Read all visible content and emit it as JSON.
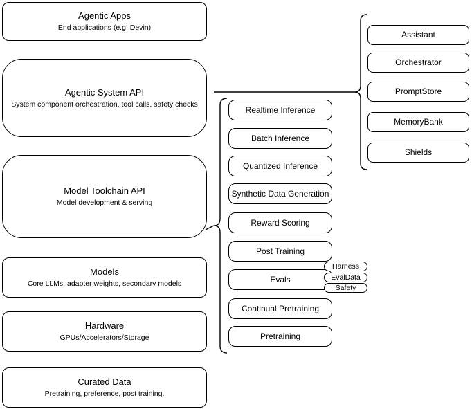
{
  "diagram": {
    "colors": {
      "stroke": "#000000",
      "background": "#ffffff",
      "text": "#000000"
    },
    "left_stack": [
      {
        "title": "Agentic Apps",
        "subtitle": "End applications (e.g. Devin)"
      },
      {
        "title": "Agentic System API",
        "subtitle": "System component orchestration, tool calls, safety checks"
      },
      {
        "title": "Model Toolchain API",
        "subtitle": "Model development & serving"
      },
      {
        "title": "Models",
        "subtitle": "Core LLMs, adapter weights, secondary models"
      },
      {
        "title": "Hardware",
        "subtitle": "GPUs/Accelerators/Storage"
      },
      {
        "title": "Curated Data",
        "subtitle": "Pretraining, preference, post training."
      }
    ],
    "toolchain_items": [
      {
        "label": "Realtime Inference"
      },
      {
        "label": "Batch Inference"
      },
      {
        "label": "Quantized Inference"
      },
      {
        "label": "Synthetic Data Generation"
      },
      {
        "label": "Reward Scoring"
      },
      {
        "label": "Post Training"
      },
      {
        "label": "Evals"
      },
      {
        "label": "Continual Pretraining"
      },
      {
        "label": "Pretraining"
      }
    ],
    "eval_tags": [
      {
        "label": "Harness"
      },
      {
        "label": "EvalData"
      },
      {
        "label": "Safety"
      }
    ],
    "system_components": [
      {
        "label": "Assistant"
      },
      {
        "label": "Orchestrator"
      },
      {
        "label": "PromptStore"
      },
      {
        "label": "MemoryBank"
      },
      {
        "label": "Shields"
      }
    ]
  }
}
